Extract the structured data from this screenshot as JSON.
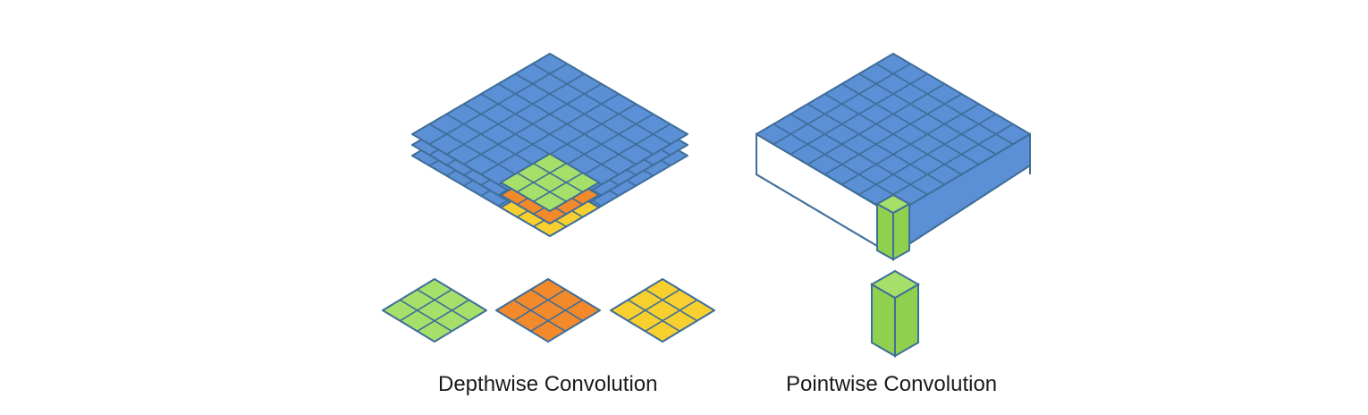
{
  "colors": {
    "input_blue": "#5b8fd6",
    "grid_line": "#3f6e99",
    "filter_green": "#a6e06a",
    "filter_orange": "#f28a2c",
    "filter_yellow": "#f7cf2f",
    "pointwise_green": "#8fd14f",
    "background": "#ffffff"
  },
  "depthwise": {
    "caption": "Depthwise Convolution",
    "input_layers": 3,
    "input_grid_size": 8,
    "kernel_grid_size": 3,
    "kernel_colors": [
      "green",
      "orange",
      "yellow"
    ]
  },
  "pointwise": {
    "caption": "Pointwise Convolution",
    "input_grid_size": 8,
    "kernel_shape": "1x1xN"
  }
}
